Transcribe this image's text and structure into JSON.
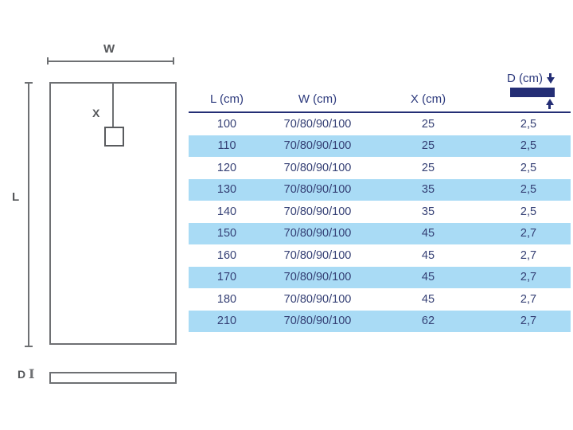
{
  "diagram": {
    "width_label": "W",
    "length_label": "L",
    "drain_position_label": "X",
    "depth_label": "D",
    "depth_tick_glyph": "I"
  },
  "table": {
    "columns": [
      "L (cm)",
      "W (cm)",
      "X (cm)",
      "D (cm)"
    ],
    "rows": [
      [
        "100",
        "70/80/90/100",
        "25",
        "2,5"
      ],
      [
        "110",
        "70/80/90/100",
        "25",
        "2,5"
      ],
      [
        "120",
        "70/80/90/100",
        "25",
        "2,5"
      ],
      [
        "130",
        "70/80/90/100",
        "35",
        "2,5"
      ],
      [
        "140",
        "70/80/90/100",
        "35",
        "2,5"
      ],
      [
        "150",
        "70/80/90/100",
        "45",
        "2,7"
      ],
      [
        "160",
        "70/80/90/100",
        "45",
        "2,7"
      ],
      [
        "170",
        "70/80/90/100",
        "45",
        "2,7"
      ],
      [
        "180",
        "70/80/90/100",
        "45",
        "2,7"
      ],
      [
        "210",
        "70/80/90/100",
        "62",
        "2,7"
      ]
    ]
  },
  "colors": {
    "navy": "#242e75",
    "header_text": "#2d3a7d",
    "cell_text": "#343f74",
    "row_highlight": "#a9dbf5",
    "diagram_line": "#6e7073",
    "diagram_label": "#55575a"
  },
  "icons": {
    "depth_down": "down-arrow-icon",
    "depth_up": "up-arrow-icon"
  }
}
